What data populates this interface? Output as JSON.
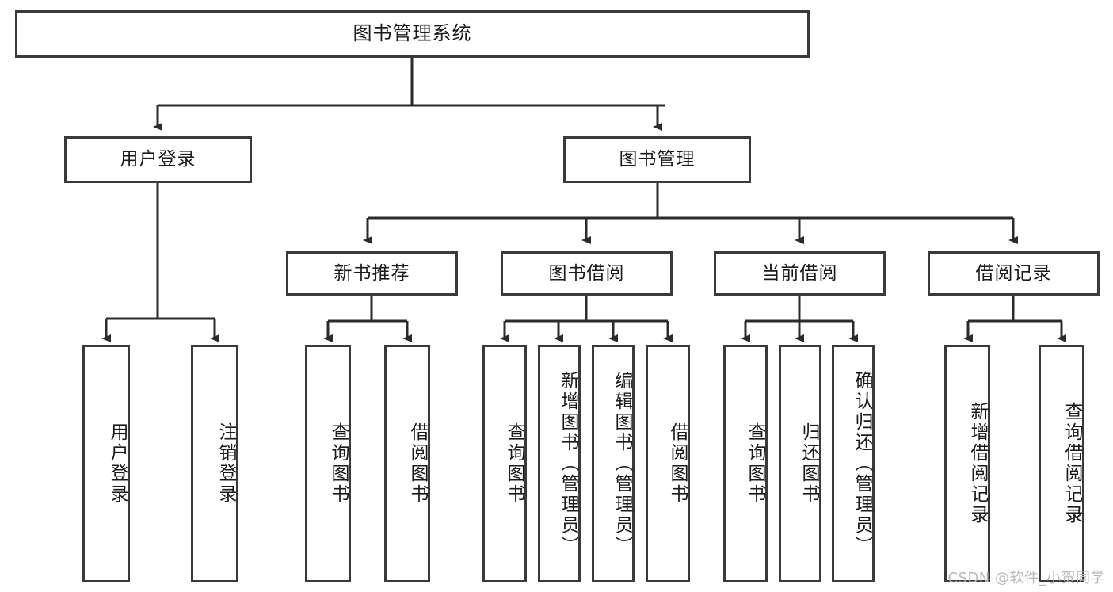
{
  "diagram": {
    "title": "图书管理系统",
    "type": "function-structure-tree",
    "colors": {
      "box_border": "#3a3a3a",
      "box_fill": "#ffffff",
      "edge": "#2b2b2b",
      "text": "#1a1a1a",
      "watermark": "#b9b9b9",
      "background": "#ffffff"
    },
    "watermark": "CSDN @软件_小贺同学",
    "levels": {
      "root": {
        "label": "图书管理系统"
      },
      "level2": [
        {
          "label": "用户登录"
        },
        {
          "label": "图书管理"
        }
      ],
      "level3": [
        {
          "label": "新书推荐"
        },
        {
          "label": "图书借阅"
        },
        {
          "label": "当前借阅"
        },
        {
          "label": "借阅记录"
        }
      ],
      "leaves": [
        {
          "label": "用户登录",
          "parent": "用户登录"
        },
        {
          "label": "注销登录",
          "parent": "用户登录"
        },
        {
          "label": "查询图书",
          "parent": "新书推荐"
        },
        {
          "label": "借阅图书",
          "parent": "新书推荐"
        },
        {
          "label": "查询图书",
          "parent": "图书借阅"
        },
        {
          "label": "新增图书（管理员）",
          "parent": "图书借阅"
        },
        {
          "label": "编辑图书（管理员）",
          "parent": "图书借阅"
        },
        {
          "label": "借阅图书",
          "parent": "图书借阅"
        },
        {
          "label": "查询图书",
          "parent": "当前借阅"
        },
        {
          "label": "归还图书",
          "parent": "当前借阅"
        },
        {
          "label": "确认归还（管理员）",
          "parent": "当前借阅"
        },
        {
          "label": "新增借阅记录",
          "parent": "借阅记录"
        },
        {
          "label": "查询借阅记录",
          "parent": "借阅记录"
        }
      ]
    }
  }
}
